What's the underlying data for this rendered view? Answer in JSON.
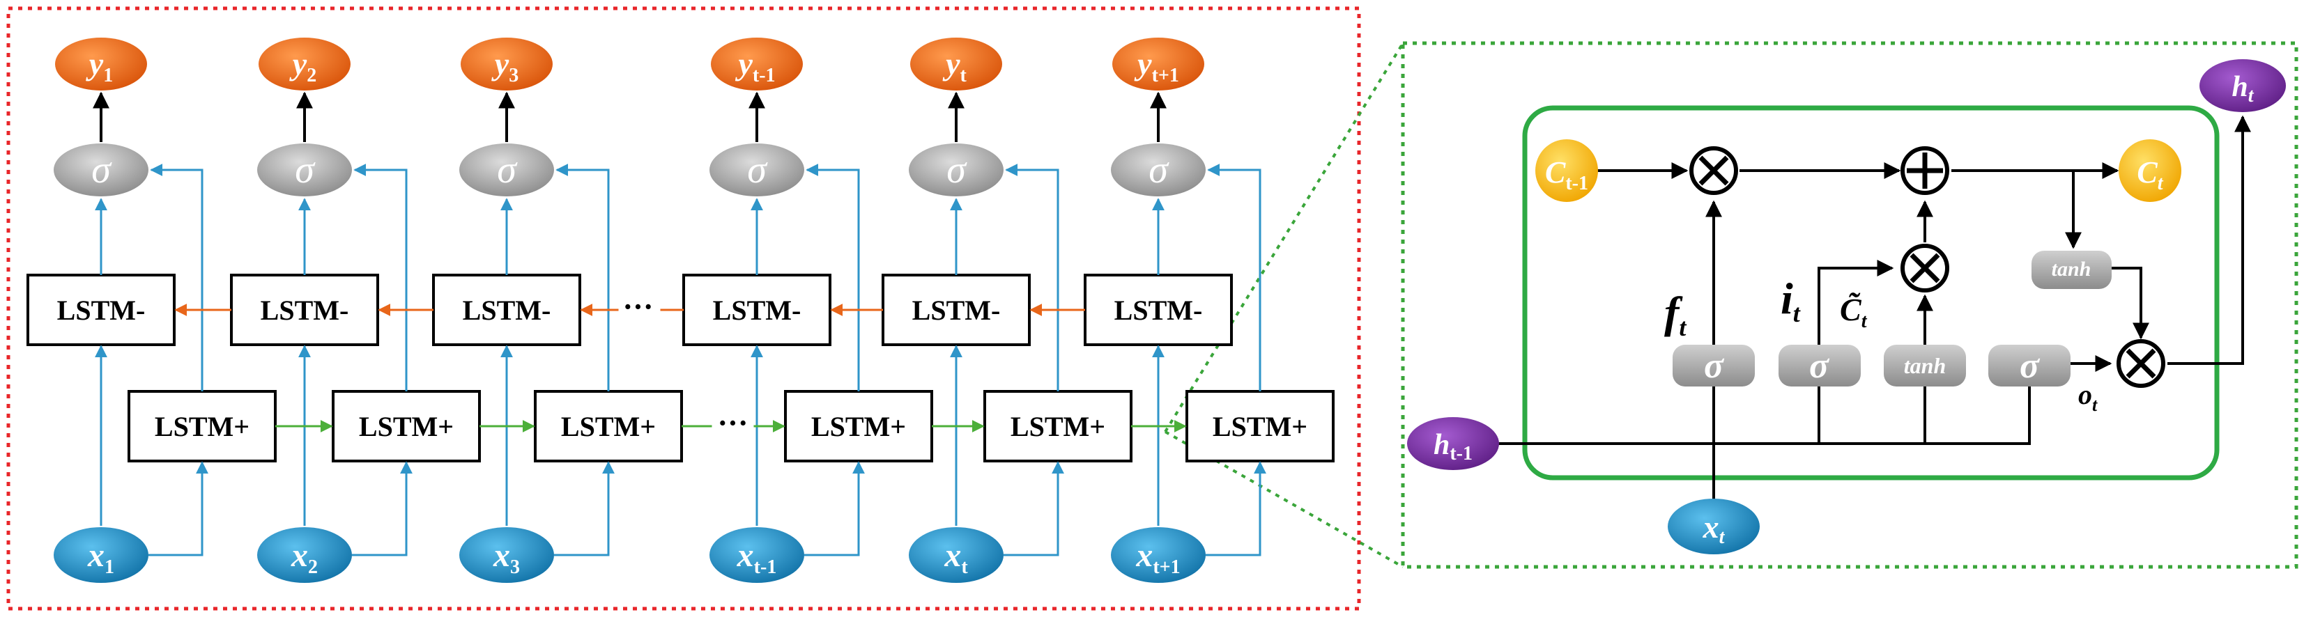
{
  "bilstm": {
    "outputs": [
      {
        "main": "y",
        "sub": "1"
      },
      {
        "main": "y",
        "sub": "2"
      },
      {
        "main": "y",
        "sub": "3"
      },
      {
        "main": "y",
        "sub": "t-1"
      },
      {
        "main": "y",
        "sub": "t"
      },
      {
        "main": "y",
        "sub": "t+1"
      }
    ],
    "inputs": [
      {
        "main": "x",
        "sub": "1"
      },
      {
        "main": "x",
        "sub": "2"
      },
      {
        "main": "x",
        "sub": "3"
      },
      {
        "main": "x",
        "sub": "t-1"
      },
      {
        "main": "x",
        "sub": "t"
      },
      {
        "main": "x",
        "sub": "t+1"
      }
    ],
    "sigma_label": "σ",
    "backward_label": "LSTM-",
    "forward_label": "LSTM+",
    "ellipsis": "···"
  },
  "cell": {
    "c_prev": {
      "main": "C",
      "sub": "t-1"
    },
    "c_next": {
      "main": "C",
      "sub": "t"
    },
    "h_prev": {
      "main": "h",
      "sub": "t-1"
    },
    "h_next": {
      "main": "h",
      "sub": "t"
    },
    "x_in": {
      "main": "x",
      "sub": "t"
    },
    "f_label": {
      "main": "f",
      "sub": "t"
    },
    "i_label": {
      "main": "i",
      "sub": "t"
    },
    "c_tilde_label": {
      "main": "C̃",
      "sub": "t"
    },
    "o_label": {
      "main": "o",
      "sub": "t"
    },
    "sigma_label": "σ",
    "tanh_label": "tanh",
    "mult_symbol": "⊗",
    "add_symbol": "⊕"
  },
  "colors": {
    "left_border": "#e8262a",
    "right_border": "#3aa53a",
    "cell_border": "#2eaa44",
    "output_orange": "#e8661a",
    "input_blue": "#1d8fc8",
    "arrow_blue": "#2f95c9",
    "arrow_orange": "#e8661a",
    "arrow_green": "#4caf3a",
    "gate_gray": "#9a9a9a",
    "cell_yellow": "#f5b800",
    "h_purple": "#7a2fa3"
  }
}
